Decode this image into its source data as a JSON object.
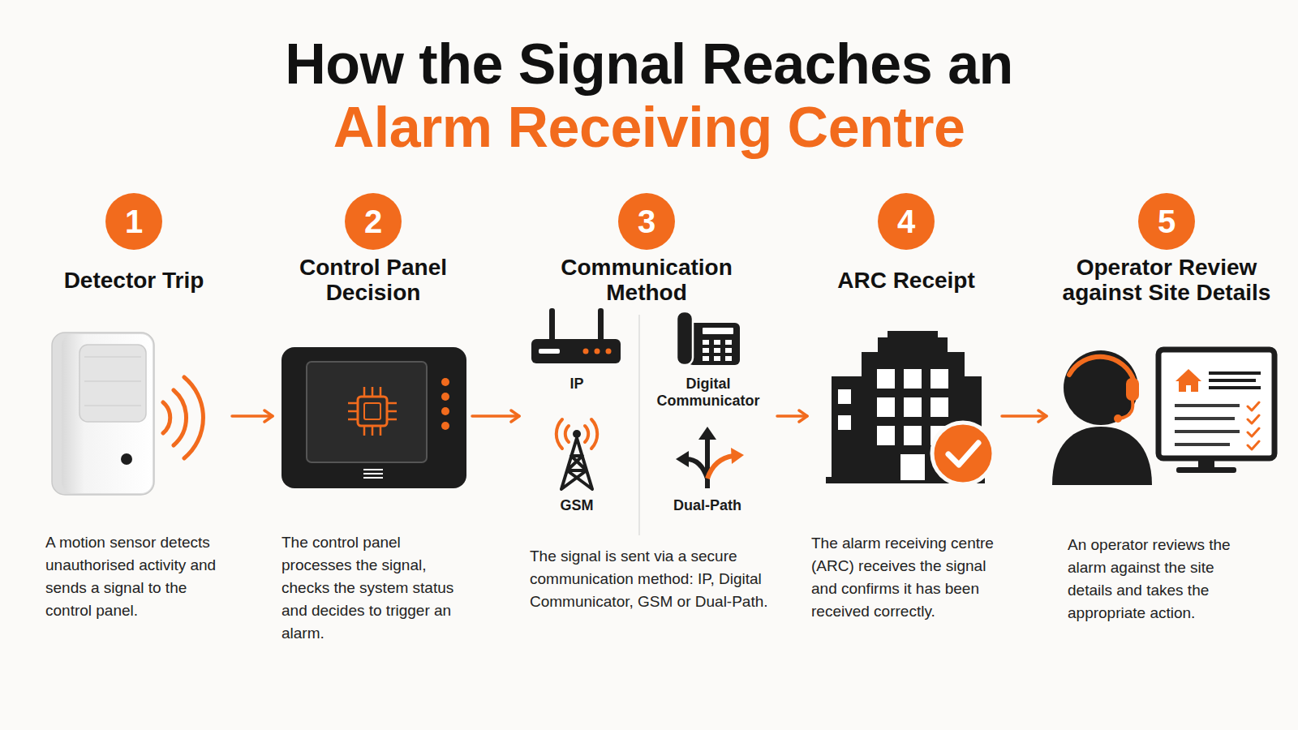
{
  "diagram": {
    "title": "How the Signal Reaches an Alarm Receiving Centre",
    "nodes": [
      {
        "text": [
          "1",
          "Detector Trip",
          "A motion sensor detects unauthorised activity and sends a signal to the control panel."
        ]
      },
      {
        "text": [
          "2",
          "Control Panel Decision",
          "The control panel processes the signal, checks the system status and decides to trigger an alarm."
        ]
      },
      {
        "text": [
          "3",
          "Communication Method",
          "The signal is sent via a secure communication method: IP, Digital Communicator, GSM or Dual-Path."
        ]
      },
      {
        "text": [
          "4",
          "ARC Receipt",
          "The alarm receiving centre (ARC) receives the signal and confirms it has been received correctly."
        ]
      },
      {
        "text": [
          "5",
          "Operator Review against Site Details",
          "An operator reviews the alarm against the site details and takes the appropriate action."
        ]
      }
    ],
    "edges": [
      {
        "from": 0,
        "to": 1,
        "arrow": "to"
      },
      {
        "from": 1,
        "to": 2,
        "arrow": "to"
      },
      {
        "from": 2,
        "to": 3,
        "arrow": "to"
      },
      {
        "from": 3,
        "to": 4,
        "arrow": "to"
      }
    ],
    "labels": [
      "IP",
      "Digital Communicator",
      "GSM",
      "Dual-Path"
    ]
  }
}
